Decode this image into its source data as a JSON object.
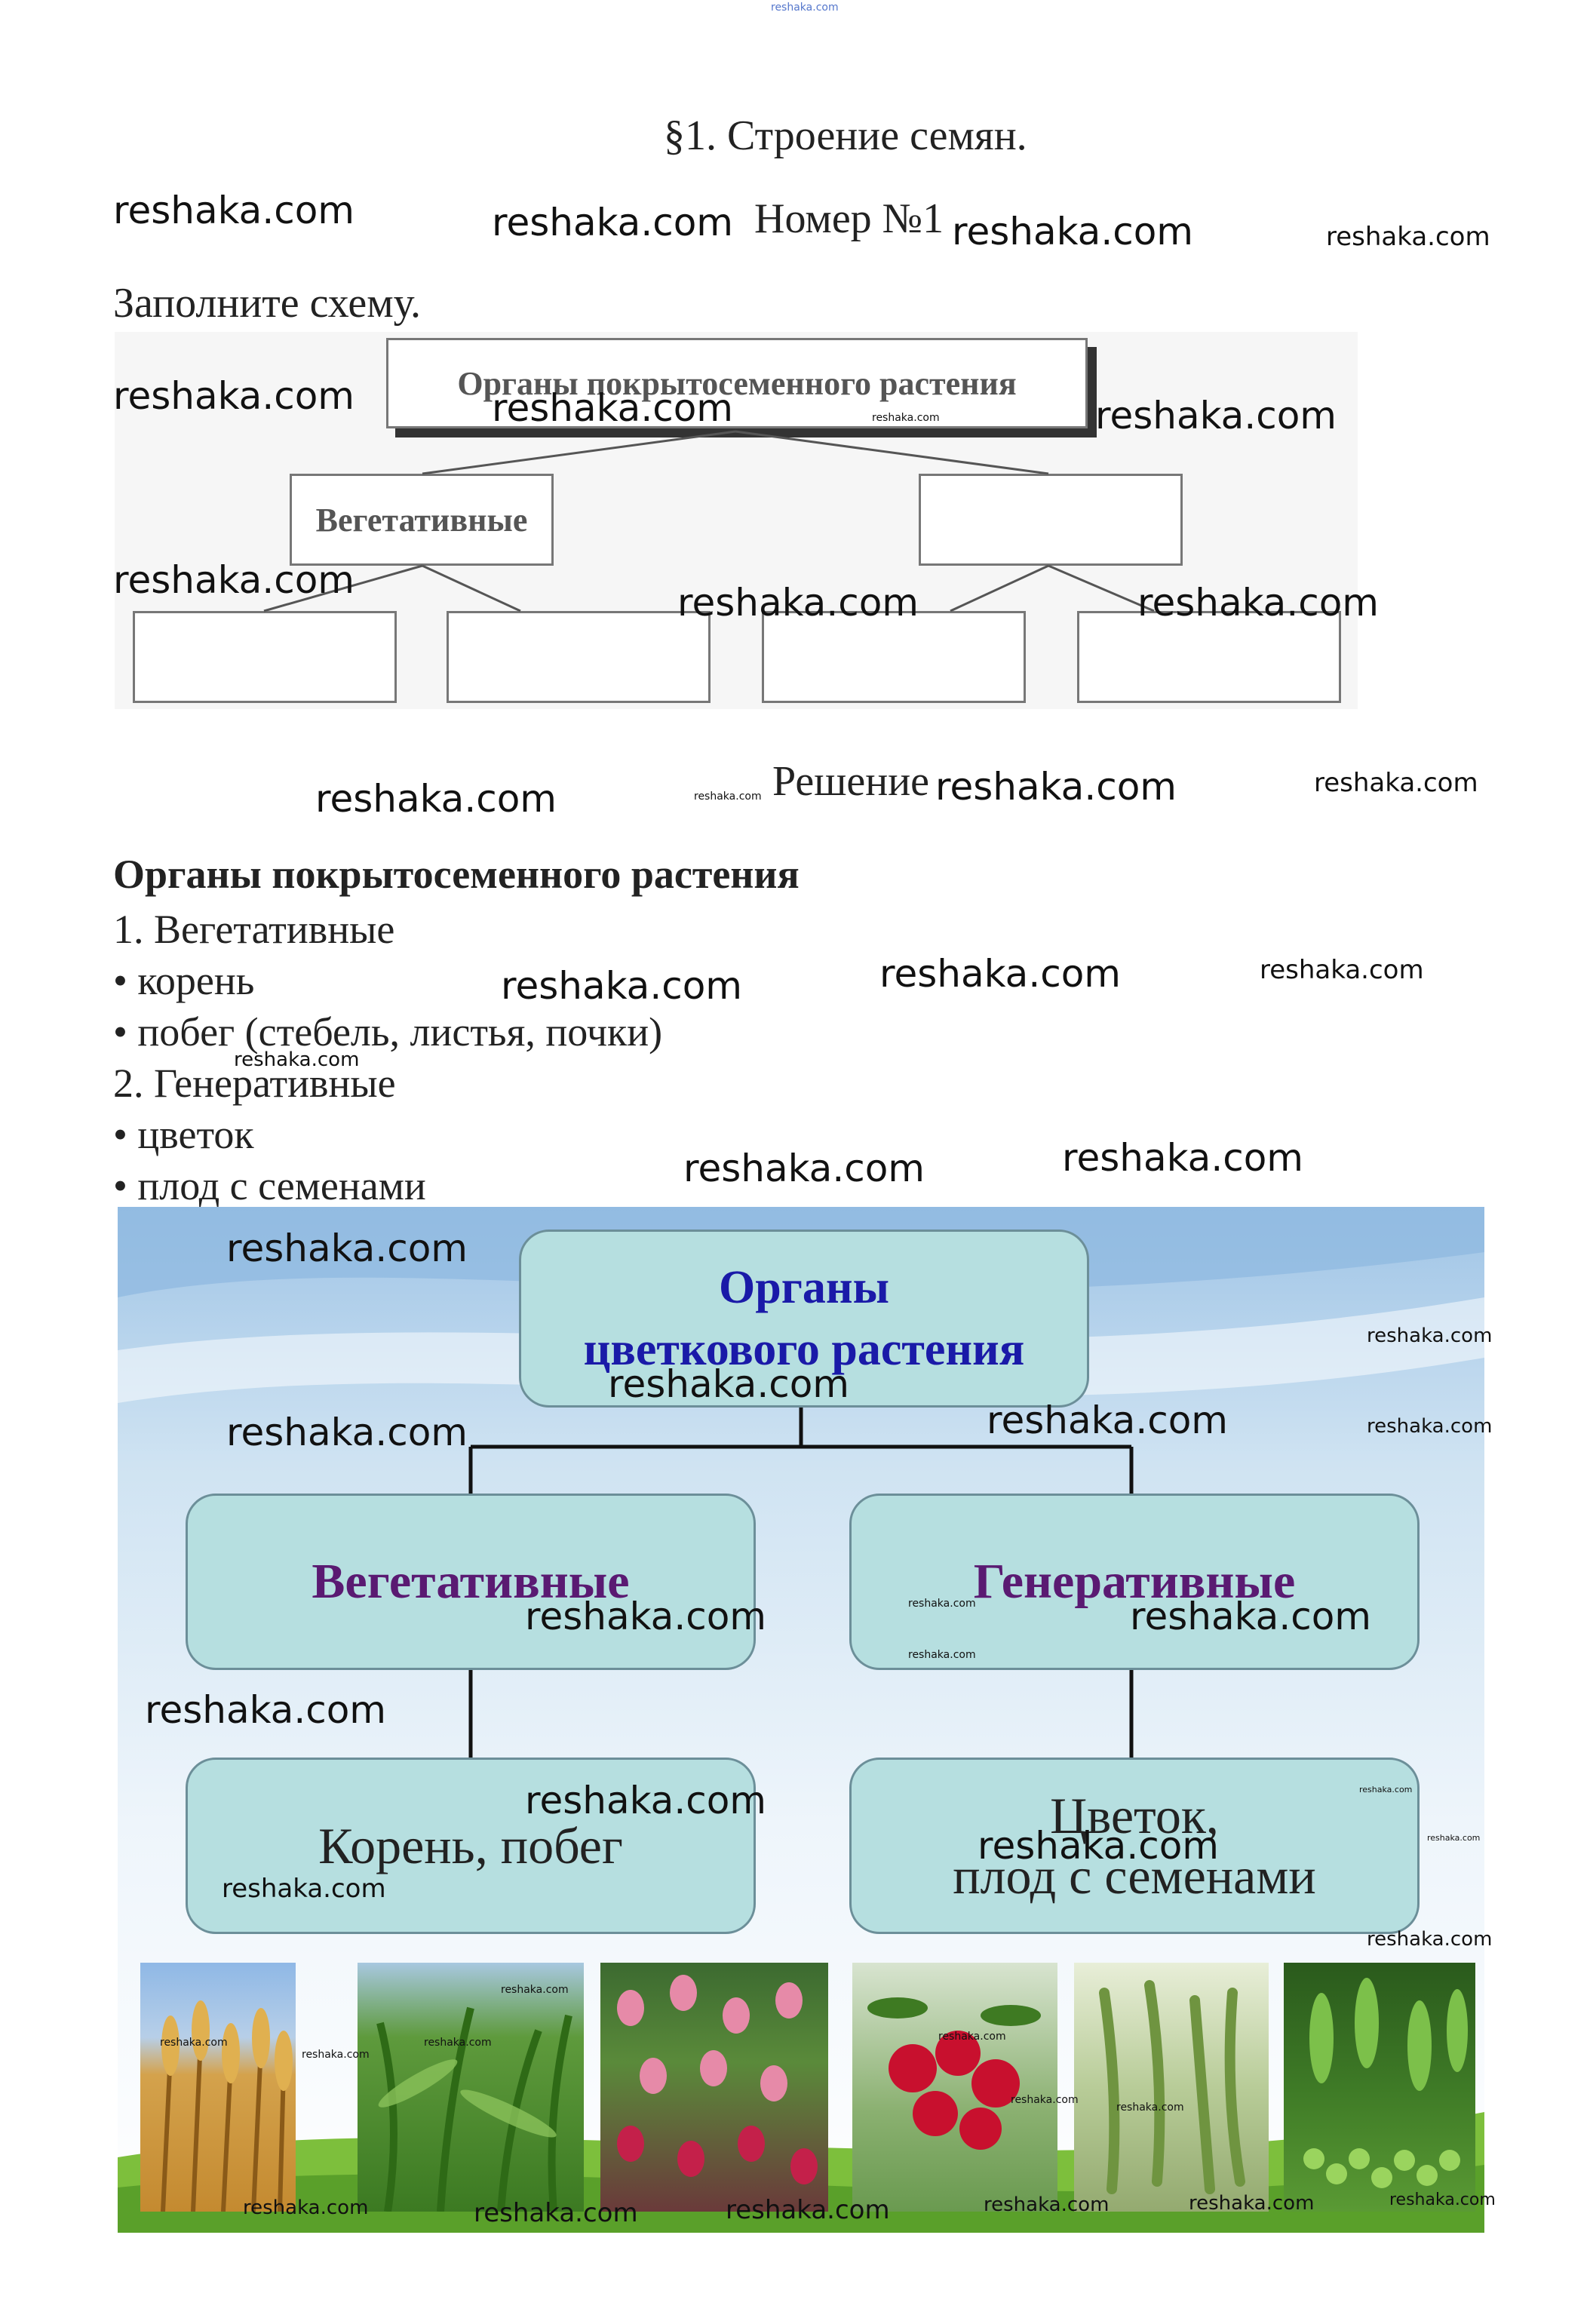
{
  "header_small": "reshaka.com",
  "title": "§1. Строение семян.",
  "number": "Номер №1",
  "task": "Заполните схему.",
  "scheme": {
    "root": "Органы покрытосеменного растения",
    "left": "Вегетативные"
  },
  "solution_heading": "Решение",
  "answer": {
    "heading": "Органы покрытосеменного растения",
    "lines": [
      "1. Вегетативные",
      "• корень",
      "• побег (стебель, листья, почки)",
      "2. Генеративные",
      "• цветок",
      "• плод с семенами"
    ]
  },
  "diagram": {
    "root_line1": "Органы",
    "root_line2": "цветкового растения",
    "veg": "Вегетативные",
    "gen": "Генеративные",
    "veg_child": "Корень, побег",
    "gen_child_line1": "Цветок,",
    "gen_child_line2": "плод с семенами",
    "colors": {
      "root_text": "#1a1aa8",
      "branch_text": "#5a1a72",
      "box_fill": "#b6dfe0"
    },
    "photos": [
      "wheat-photo",
      "corn-photo",
      "tulips-photo",
      "apples-photo",
      "beans-photo",
      "peas-photo"
    ]
  },
  "watermark": "reshaka.com"
}
